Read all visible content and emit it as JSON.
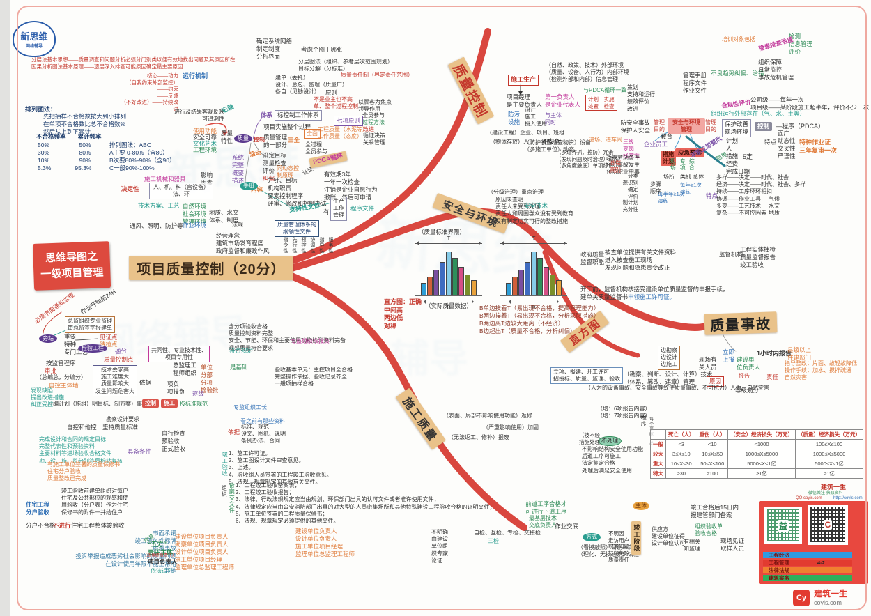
{
  "logo": {
    "title": "新思维",
    "subtitle": "网络辅导"
  },
  "title": {
    "left": "思维导图之\n一级项目管理",
    "center": "项目质量控制（20分）"
  },
  "branches": {
    "qc": "质量控制",
    "se": "安全与环境",
    "hist": "直方图",
    "qa": "质量事故",
    "cq": "施工质量"
  },
  "chart_data": {
    "type": "bar",
    "title": "直方图（质量标准界限 T 与 实际质量数据 B）",
    "histograms": [
      {
        "top_label": "（质量标准界限）",
        "top_axis": "T",
        "bottom_axis": "B",
        "caption": "（实际质量数据）",
        "values": [
          25,
          38,
          52,
          66,
          88,
          75,
          57,
          42,
          30
        ]
      },
      {
        "top_axis": "T",
        "bottom_axis": "B",
        "values": [
          25,
          38,
          52,
          66,
          88,
          75,
          57,
          42,
          30
        ]
      }
    ],
    "bar_colors": [
      "#2d9fd8",
      "#d0603a",
      "#7a4fa0",
      "#3f6cc0",
      "#86cce8",
      "#2f8f5b",
      "#d64f86",
      "#7a8f2a",
      "#e8a23c"
    ],
    "verdict": "直方图：正确\n中间高\n两边低\n对称",
    "rules": "B单边挨着T（易出现不合格，提高管理能力）\nB两边挨着T（易出现不合格，分析采取措施）\nB两边离T边较大距离（不经济）\nB边超出T（质量不合格，分析纠偏）"
  },
  "accident_table": {
    "headers": [
      "",
      "死亡（人）",
      "重伤（人）",
      "（安全）经济损失（万元）",
      "（质量）经济损失（万元）"
    ],
    "rows": [
      [
        "一般",
        "<3",
        "<10",
        "<1000",
        "100≤X≤100"
      ],
      [
        "较大",
        "3≤X≤10",
        "10≤X≤50",
        "1000≤X≤5000",
        "1000≤X≤5000"
      ],
      [
        "重大",
        "10≤X≤30",
        "50≤X≤100",
        "5000≤X≤1亿",
        "5000≤X≤1亿"
      ],
      [
        "特大",
        "≥30",
        "≥100",
        "≥1亿",
        "≥1亿"
      ]
    ]
  },
  "branding": {
    "site_name": "建筑一生",
    "follow": "微信关注 获取资料",
    "qq": "QQ:coyis.com",
    "url": "http://coyis.com",
    "bars": [
      "工程经济",
      "工程管理",
      "法律法规",
      "建筑实务"
    ],
    "badge": "4-2",
    "qr_left_char": "益",
    "qr_right_char": "C",
    "corner_logo": "Cy",
    "corner_name": "建筑一生",
    "corner_url": "coyis.com"
  },
  "c": {
    "principles": "分层法基本思想——质量调查和问题分析必须分门别类以便有效地找出问题及其原因所在\n因果分析图法基本原理——逐层深入排查可能原因确定最主要原因",
    "core": "核心——动力\n（自我约束外部监控）——约束\n——反馈\n（不好改进）——持续改进",
    "runmech": "运行机制",
    "ptitle": "排列图法：",
    "psteps": "先把抽样不合格数按大到小排列\n在单项不合格数比总不合格数%\n然后从上到下累计",
    "phead": "不合格频率　　累计频率",
    "prows": "50%　　　　　50%\n30%　　　　　80%\n10%　　　　　90%\n5.3%　　　　95.3%",
    "pabc": "排列图法：ABC\nA主要 0-80%（含80）\nB次要80%-90%（含90）\nC一般90%-100%",
    "record": "进行及结果客观反映\n可追溯性",
    "rectag": "记录",
    "t1": "使用功能",
    "t2": "安全可靠",
    "t3": "文化艺术",
    "t4": "工程环境",
    "qtrait": "质量\n特性",
    "sysdesc": "系统\n完整\n概要\n描述",
    "influ": "影响\n因素",
    "machine": "施工机械和器具",
    "dectag": "决定性",
    "decbox": "人、机、料（含设备）\n法、环",
    "techplan": "技术方案、工艺",
    "envs": "自然环境\n社会环境\n管理环境",
    "envwork": "作业环境",
    "geo": "地质、水文",
    "sys2": "体系、制度",
    "vent": "通风、照明、防护等",
    "laws": "法规",
    "qell": "质量",
    "qctrl": "控制",
    "bodysys": "体系",
    "stdbox": "标控制工作体系",
    "wholeproc": "项目实施整个过程",
    "qmpart": "质量管理\n的一部分",
    "sanquan": "三全",
    "quanmian": "全面",
    "qlines": "工程质量（水泥等）\n工作质量（态度）",
    "proclines": "全过程\n全员参与",
    "seventag": "七项原则",
    "seven0": "以顾客为焦点\n领导作用",
    "seven1": "全员参与",
    "seven2": "过程方法",
    "seven3": "改进",
    "seven4": "循证决策\n关系管理",
    "acttag": "活动",
    "acta": "设定目标\n测量检查\n评价",
    "actb": "纠偏",
    "dyn": "同动态控\n制原理",
    "pdcatag": "PDCA循环",
    "renzheng": "认证",
    "cert": "有效期3年\n一年一次检查\n注销是企业自愿行为\n撤销一年后可申请",
    "conttag": "内容",
    "contlist": "方针、目标\n机构职责\n要素控制程序\n评审、修改和控制办法",
    "manual": "手册",
    "support": "支持性文件",
    "has": "有",
    "prodbox": "生产\n工作\n管理",
    "procdocs": "程序文件",
    "outline": "质量管理体系的\n纲领性文件",
    "ideas": "经营理念\n建筑市场发育程度\n政府监督和廉政作风",
    "v1": "指令性",
    "v2": "先行性",
    "v3": "预控性",
    "v4": "协调性",
    "v5": "指导性",
    "v6": "服务性",
    "sysnet": "确定系统网络\n制定制度\n分析界面",
    "whichfig": "考虑个图于哪张",
    "layer": "分层图法（组织、参考层次范围规划）\n目标分解（分标准）",
    "respline": "质量责任制（界定责任范围）",
    "bunit": "建单（委托）\n设计、总包、监理（质量厂）\n各自（见勘设计）",
    "princ2": "原则",
    "notowner": "不是业主也不高\n单、整个过程控制",
    "cprod": "施工生产",
    "pmresp": "项目经理\n是主要负责人",
    "firstresp": "第一负责人\n是企业代表人",
    "antipol": "防污\n设施",
    "designuse": "设计\n施工\n投入使用",
    "withmain": "与主体\n同时",
    "cunits": "（建设工程）企业、项目、班组",
    "storage": "（物体存放）人",
    "unsafe": "不安全",
    "extenv": "（自然、政策、技术）外部环境\n（质量、设备、人行为）内部环境\n（检测外部和内部）信息管理",
    "pdcamatch": "与PDCA循环一致",
    "pdcabox": "计划　实施\n处置　检查",
    "strat": "策划\n支持和运行\n绩效评价\n改进",
    "manual3": "管理手册\n程序文件\n作业文件",
    "compl": "合规性评价",
    "compllines": "公司级——每年一次\n项目级——某阶段施工超半年，评价不少一次",
    "orgext": "组织运行外部存在（气、水、土等）",
    "protect": "保护改善\n现场环境",
    "ctrltag": "控制",
    "ctrlproc": "—程序（PDCA）",
    "feattag": "特点",
    "featlist": "面广\n动态性\n交叉性\n严谨性",
    "speccert": "特种作业证\n三年复审一次",
    "fivefix": "计划\n人\n措施\n经费\n完成日期",
    "wuding": "5定",
    "badtrend": "不良趋势纠偏、治错",
    "orgguard": "组织保障\n日常监控\n事故危机管理",
    "detect": "检测\n信息管理\n评价",
    "train": "培训对象包括",
    "hazard": "隐患排查治理",
    "purposeL": "防安全事故\n保护人安全",
    "mp": "管理\n目的",
    "safetybox": "安全与环境\n管理",
    "edu": "教育",
    "emp": "企业员工",
    "threelv": "三级\n变岗\n经常性",
    "conditions": "改善劳动条件\n预防事故发生\n预防职业中毒",
    "meas": "措施\n计划",
    "emerg": "应急预案",
    "site1": "现场",
    "site2": "专项",
    "site3": "综合",
    "placerow": "场所　类别 总体",
    "drill1": "每年≥1次\n演练",
    "drill2": "每半年≥1次\n演练",
    "steps2": "步骤\n顺序",
    "noimm": "不能立即整改",
    "yinhuan": "隐患",
    "feat2tag": "特点",
    "feat2": "多样——决定——时代、社会\n经济——决定——时代、社会、多样\n持续——工序环环相扣\n协调——作业工具\n多变——工艺技术\n复杂——不可控因素",
    "climate": "气候\n水文\n地质",
    "redun": "（防护装置检查物资）设备\n（多施工单位）动态",
    "redun2": "（多道齐抓、控防）冗余\n（发现问题及时治理）动态\n（多角度触底）单项综合",
    "treat": "治理\n原则",
    "treatfocus": "（分级治理）重点治理",
    "fournp": "原因未查明\n责任人未受到处理\n责任人和周围群众没有受到教育\n没有制定切实可行的整改措施",
    "stech": "安全技术",
    "hazcol": "分类\n源识别\n确定\n评价\n制计划\n充分性",
    "jinchang": "进场、进车间",
    "govlabel": "政府质量\n监督职能",
    "govlines": "被查单位提供有关文件资料\n进入被查施工现场\n发现问题和隐患责令改正",
    "suporg": "监督机构",
    "suplines": "工程实体抽检\n质量监督报告\n竣工验收",
    "open1": "开工前，监督机构核接受建设单位质量监督的申报手续，",
    "open2": "建单关质量监督书",
    "open3": "申领施工许可证。",
    "surveybox": "边勘察\n边设计\n边施工",
    "sitepeople": "现场有\n关人员",
    "immrep": "立即\n上报",
    "cunit2": "建设单\n位负责人",
    "hour1": "1小时内报告",
    "county": "县级以上\n住建部门",
    "guide": "指导整改：片面、故轻故降低\n操作手续：加水、搅拌疏通\n自然灾害",
    "reptag": "报告",
    "causetag": "原因",
    "resptag": "责任",
    "leveldiv": "等级划分",
    "techmgmt": "（勘察、判断、设计、计算）技术\n（体系、篡改、违章）管理",
    "humannat": "（人为的设备事故、安全事故等致使质量事故、不可抗力）人为、自然灾害",
    "apprbox": "立项、报建、开工许可\n招投标、质量、监理、验收",
    "notify": "必须书面通知监理",
    "start24": "作业开始前24H",
    "chiefbox": "总监组织专业监理\n审总监签字报建单",
    "implist": "重要\n特种\n专门工艺",
    "wit1": "见证点",
    "wit2": "待检点",
    "pang": "旁站",
    "hideng": "检验工程",
    "subdiv": "细分",
    "qcp": "质量控制点",
    "proc2": "按监管程序",
    "appr2": "审批",
    "tot2": "（总编总，分编分）",
    "selfctrl": "自控主体墙",
    "techbox": "技术要求高\n施工难度大\n质量影响大\n发生问题危害大",
    "commonbox": "共同性、专业技术性、\n项目专用性",
    "chieforg": "总监理工\n程师组织",
    "itemneg": "项负\n项技负",
    "units4": "单位\n分部\n分项\n检验批",
    "level2": "逐级",
    "basis2": "依据",
    "isbasis": "是基础",
    "acceptitems": "含分项验收合格\n质量控制资料完整\n安全、节能、环保和主要使用功能检测资料完备\n观感质量符合要求",
    "conform": "符合规定",
    "specneg": "专监组织核技负",
    "sampling": "验收基本单元：主控项目全合格\n完整操作依据、验收记录齐全\n一般项抽样合格",
    "planline": "（编计划（施组）明目标、制方案）事前",
    "ctrlbox2": "控制",
    "shigong": "施工",
    "stdnorm": "按标准规范",
    "discover": "发现缺陷\n提出改进措施\n纠正受控",
    "selfother": "自控和他控　坚持质量标准",
    "surveyreq": "勘察设计要求",
    "complist1": "完成设计和合同的规定目标\n完整代表性和预验资料\n主要材料等进场验收合格文件\n勘、设、施、监分别签质检站复核",
    "complist2": "有施工单位签署的质量保修书\n住宅分户验收\n质量整改已完成",
    "condtag": "具备条件",
    "selfcheck": "自行检查\n预验收\n正式验收",
    "prelook": "看之前有那些资料",
    "basis3": "依据",
    "docs3": "标准、规范\n设文、图纸、说明\n条例办法、合同",
    "specfore": "专监组织工长",
    "lalabel": "竣工验收",
    "lista": "1、施工许可证。\n2、施工图设计文件审查意见。\n3、上述。\n4、验收组人员签署的工程竣工验收意见。\n5、法规、规章制定的其他有关文件。",
    "orgv": "组织",
    "lblabel": "备案交文件",
    "listb": "1、工程竣工验收备案表；\n2、工程竣工验收报告；\n3、法律、行政法规规定应当由规划、环保部门出具的认可文件或者准许使用文件；\n4、法律规定应当由公安消防部门出具的对大型的人员密集场所和其他特殊建设工程验收合格的证明文件；\n5、施工单位签署的工程质量保修书；\n6、法规、规章规定必须提供的其他文件。",
    "halabel": "住宅工程\n分户验收",
    "hatext": "竣工验收前建单组织对每户\n住宅及公共部位的观感和使\n用验收（分户表）作为住宅\n保修书的附件一并给住户",
    "fail1": "分户不合格",
    "fail2": "不进行",
    "fail3": "住宅工程整体竣验收",
    "promise": "书面承诺\n竣工永久性标牌\n质量事故\n投诉举报造成恶劣社会影响的质量问题\n在设计使用年限不能正常用\n其他",
    "lifetime": "终身",
    "fivetag": "“五方”\n责任主体",
    "lifenote": "（质量终身责任）",
    "projresp": "项目负责人",
    "lawpur": "依法追究",
    "fivelist": "建设单位项目负责人\n勘察单位项目负责人\n设计单位项目负责人\n施工单位项目经理\n监理单位总监理工程师",
    "resplist2": "建设单位负责人\n设计单位负责人\n施工单位项目经理\n监理单位总监理工程师",
    "handlea": "（表面、局部不影响使用功能）返修",
    "handleb": "（严重影响使用）加固",
    "handlec": "（无法返工、修补）报废",
    "reports67": "（增：6项报告内容）\n（增：7项报告内容）",
    "procv": "程序",
    "procv2": "每个事故一类",
    "notreat": "不处理",
    "techno": "（技不经\n措施处理）",
    "noaffect": "不影响结构安全使用功能\n后道工序可施工\n法定鉴定合格\n处理后满足安全使用",
    "prevproc": "前道工序合格才\n可进行下道工序",
    "basetech": "最基层技术\n交底负责人",
    "workbrief": "作业交底",
    "methodell": "方式",
    "threechecks": "自检、互检、专检、交接检",
    "threetag": "三检",
    "expertcol": "不明确\n由建设\n单位组\n织专家\n论证",
    "measure": "（看摸敲照）目测—实测\n（理化、无损检测）试验",
    "unknowncol": "不明因\n走访用户\n职责问题\n轻和免除\n质量责任",
    "mainell": "主体",
    "supply": "供应方\n建设单位征得\n设计单位认可",
    "stagebox": "竣工阶段",
    "fifteen": "竣工合格后15日内\n报建管部门备案",
    "orgaccept": "组织验收单\n验收合格",
    "knowsup": "有相关\n知监理",
    "witsample": "现场见证\n取样人员"
  }
}
